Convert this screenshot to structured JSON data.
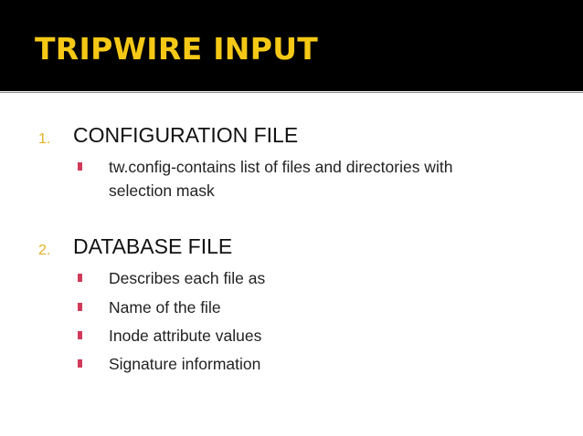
{
  "slide": {
    "title": "TRIPWIRE INPUT",
    "items": [
      {
        "number": "1.",
        "heading": "CONFIGURATION FILE",
        "sub_items": [
          "tw.config-contains list of files and directories with",
          "selection mask"
        ]
      },
      {
        "number": "2.",
        "heading": "DATABASE FILE",
        "sub_items": [
          "Describes each file as",
          "Name of the file",
          "Inode attribute values",
          "Signature information"
        ]
      }
    ],
    "colors": {
      "title": "#f5c816",
      "header_background": "#000000",
      "number": "#e5b020",
      "bullet": "#d23a5a"
    }
  }
}
